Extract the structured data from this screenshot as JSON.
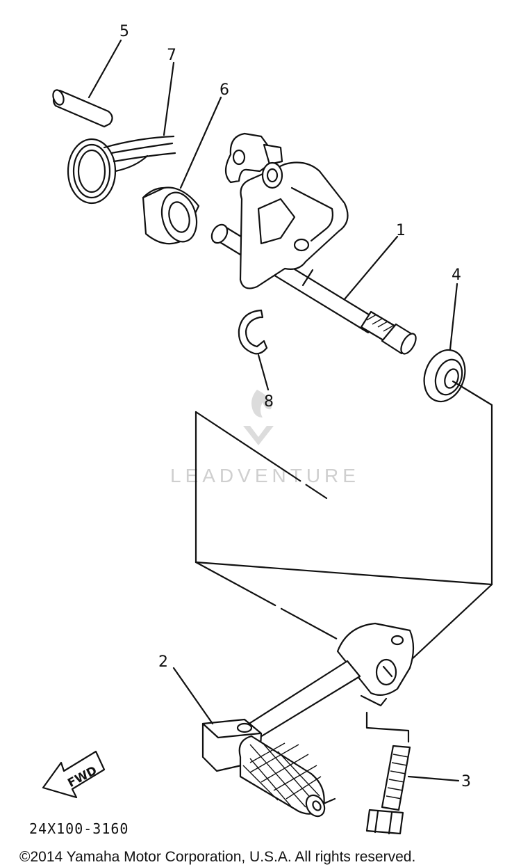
{
  "callouts": {
    "c1": "1",
    "c2": "2",
    "c3": "3",
    "c4": "4",
    "c5": "5",
    "c6": "6",
    "c7": "7",
    "c8": "8"
  },
  "fwd_label": "FWD",
  "diagram_code": "24X100-3160",
  "watermark": "LEADVENTURE",
  "copyright": "©2014 Yamaha Motor Corporation, U.S.A. All rights reserved."
}
